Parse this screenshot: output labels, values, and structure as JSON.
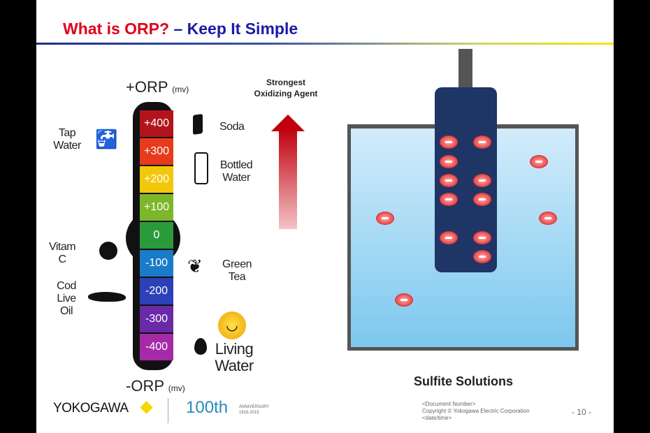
{
  "title": {
    "part1": "What is ORP?",
    "part2": "– Keep It Simple"
  },
  "scale": {
    "top_label": "+ORP",
    "top_unit": "(mv)",
    "bottom_label": "-ORP",
    "bottom_unit": "(mv)",
    "segments": [
      {
        "value": "+400",
        "color": "#b3141c"
      },
      {
        "value": "+300",
        "color": "#e83a1c"
      },
      {
        "value": "+200",
        "color": "#f2c80c"
      },
      {
        "value": "+100",
        "color": "#7cb62a"
      },
      {
        "value": "0",
        "color": "#2b9a3a"
      },
      {
        "value": "-100",
        "color": "#1a7bc8"
      },
      {
        "value": "-200",
        "color": "#2c40b8"
      },
      {
        "value": "-300",
        "color": "#6a2aa8"
      },
      {
        "value": "-400",
        "color": "#a62aa8"
      }
    ]
  },
  "labels": {
    "tap_water": "Tap Water",
    "soda": "Soda",
    "bottled_water": "Bottled Water",
    "vitamin_c": "Vitam C",
    "green_tea": "Green Tea",
    "cod_liver_oil": "Cod Live Oil",
    "living_water": "Living Water"
  },
  "arrow_label": "Strongest Oxidizing Agent",
  "diagram_caption": "Sulfite Solutions",
  "footer": {
    "logo": "YOKOGAWA",
    "anniversary": "100th",
    "anniversary_text": "ANNIVERSARY",
    "anniversary_years": "1915-2015",
    "doc_number": "<Document Number>",
    "copyright": "Copyright © Yokogawa Electric Corporation",
    "date": "<date/time>",
    "page": "- 10 -"
  }
}
